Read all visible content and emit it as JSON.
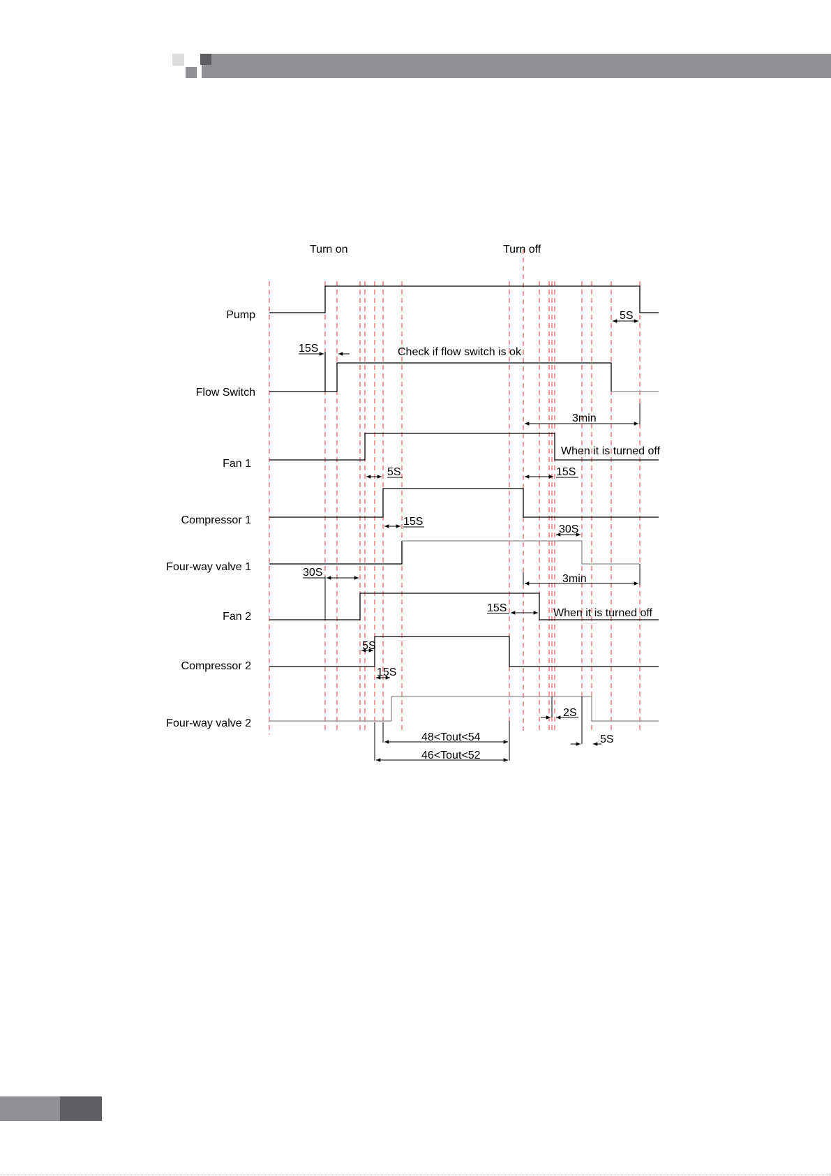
{
  "diagram": {
    "events": {
      "turn_on": "Turn on",
      "turn_off": "Turn off"
    },
    "signals": {
      "pump": "Pump",
      "flow_switch": "Flow Switch",
      "fan1": "Fan 1",
      "compressor1": "Compressor 1",
      "four_way_valve1": "Four-way valve 1",
      "fan2": "Fan 2",
      "compressor2": "Compressor 2",
      "four_way_valve2": "Four-way valve 2"
    },
    "annotations": {
      "check_flow_switch": "Check if flow switch is ok",
      "fan1_off_note": "When it is turned off",
      "fan2_off_note": "When it is turned off",
      "tout_range_1": "48<Tout<54",
      "tout_range_2": "46<Tout<52"
    },
    "delays": {
      "pump_off": "5S",
      "flow_switch_on": "15S",
      "flow_switch_off": "3min",
      "fan1_to_comp1": "5S",
      "fan1_off": "15S",
      "comp1_to_valve1": "15S",
      "valve1_off": "30S",
      "fan2_on": "30S",
      "fan2_off_total": "3min",
      "fan2_off": "15S",
      "fan2_to_comp2": "5S",
      "comp2_to_valve2": "15S",
      "valve2_off": "2S",
      "valve2_pump": "5S"
    },
    "colors": {
      "guide_lines": "#e8353a",
      "signal_lines": "#000000",
      "grey_signal_lines": "#8c8c8c"
    }
  }
}
